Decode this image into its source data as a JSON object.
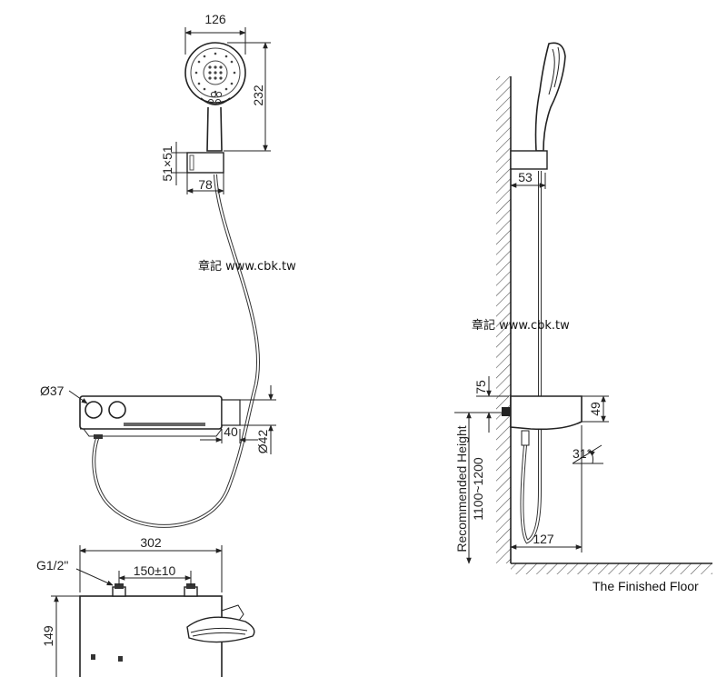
{
  "watermark": "章記 www.cbk.tw",
  "front_view": {
    "handshower_width": "126",
    "handshower_length": "232",
    "holder_size": "51×51",
    "holder_depth": "78",
    "knob_diameter": "Ø37",
    "outlet_offset": "40",
    "outlet_diameter": "Ø42"
  },
  "side_view": {
    "holder_projection": "53",
    "height_above_bar": "75",
    "bar_height": "49",
    "tilt_angle": "31°",
    "axis_label_line1": "Recommended Height",
    "axis_label_line2": "1100~1200",
    "bar_depth": "127",
    "floor_label": "The Finished Floor"
  },
  "top_view": {
    "total_width": "302",
    "thread": "G1/2\"",
    "inlet_spacing": "150±10",
    "depth": "149"
  }
}
